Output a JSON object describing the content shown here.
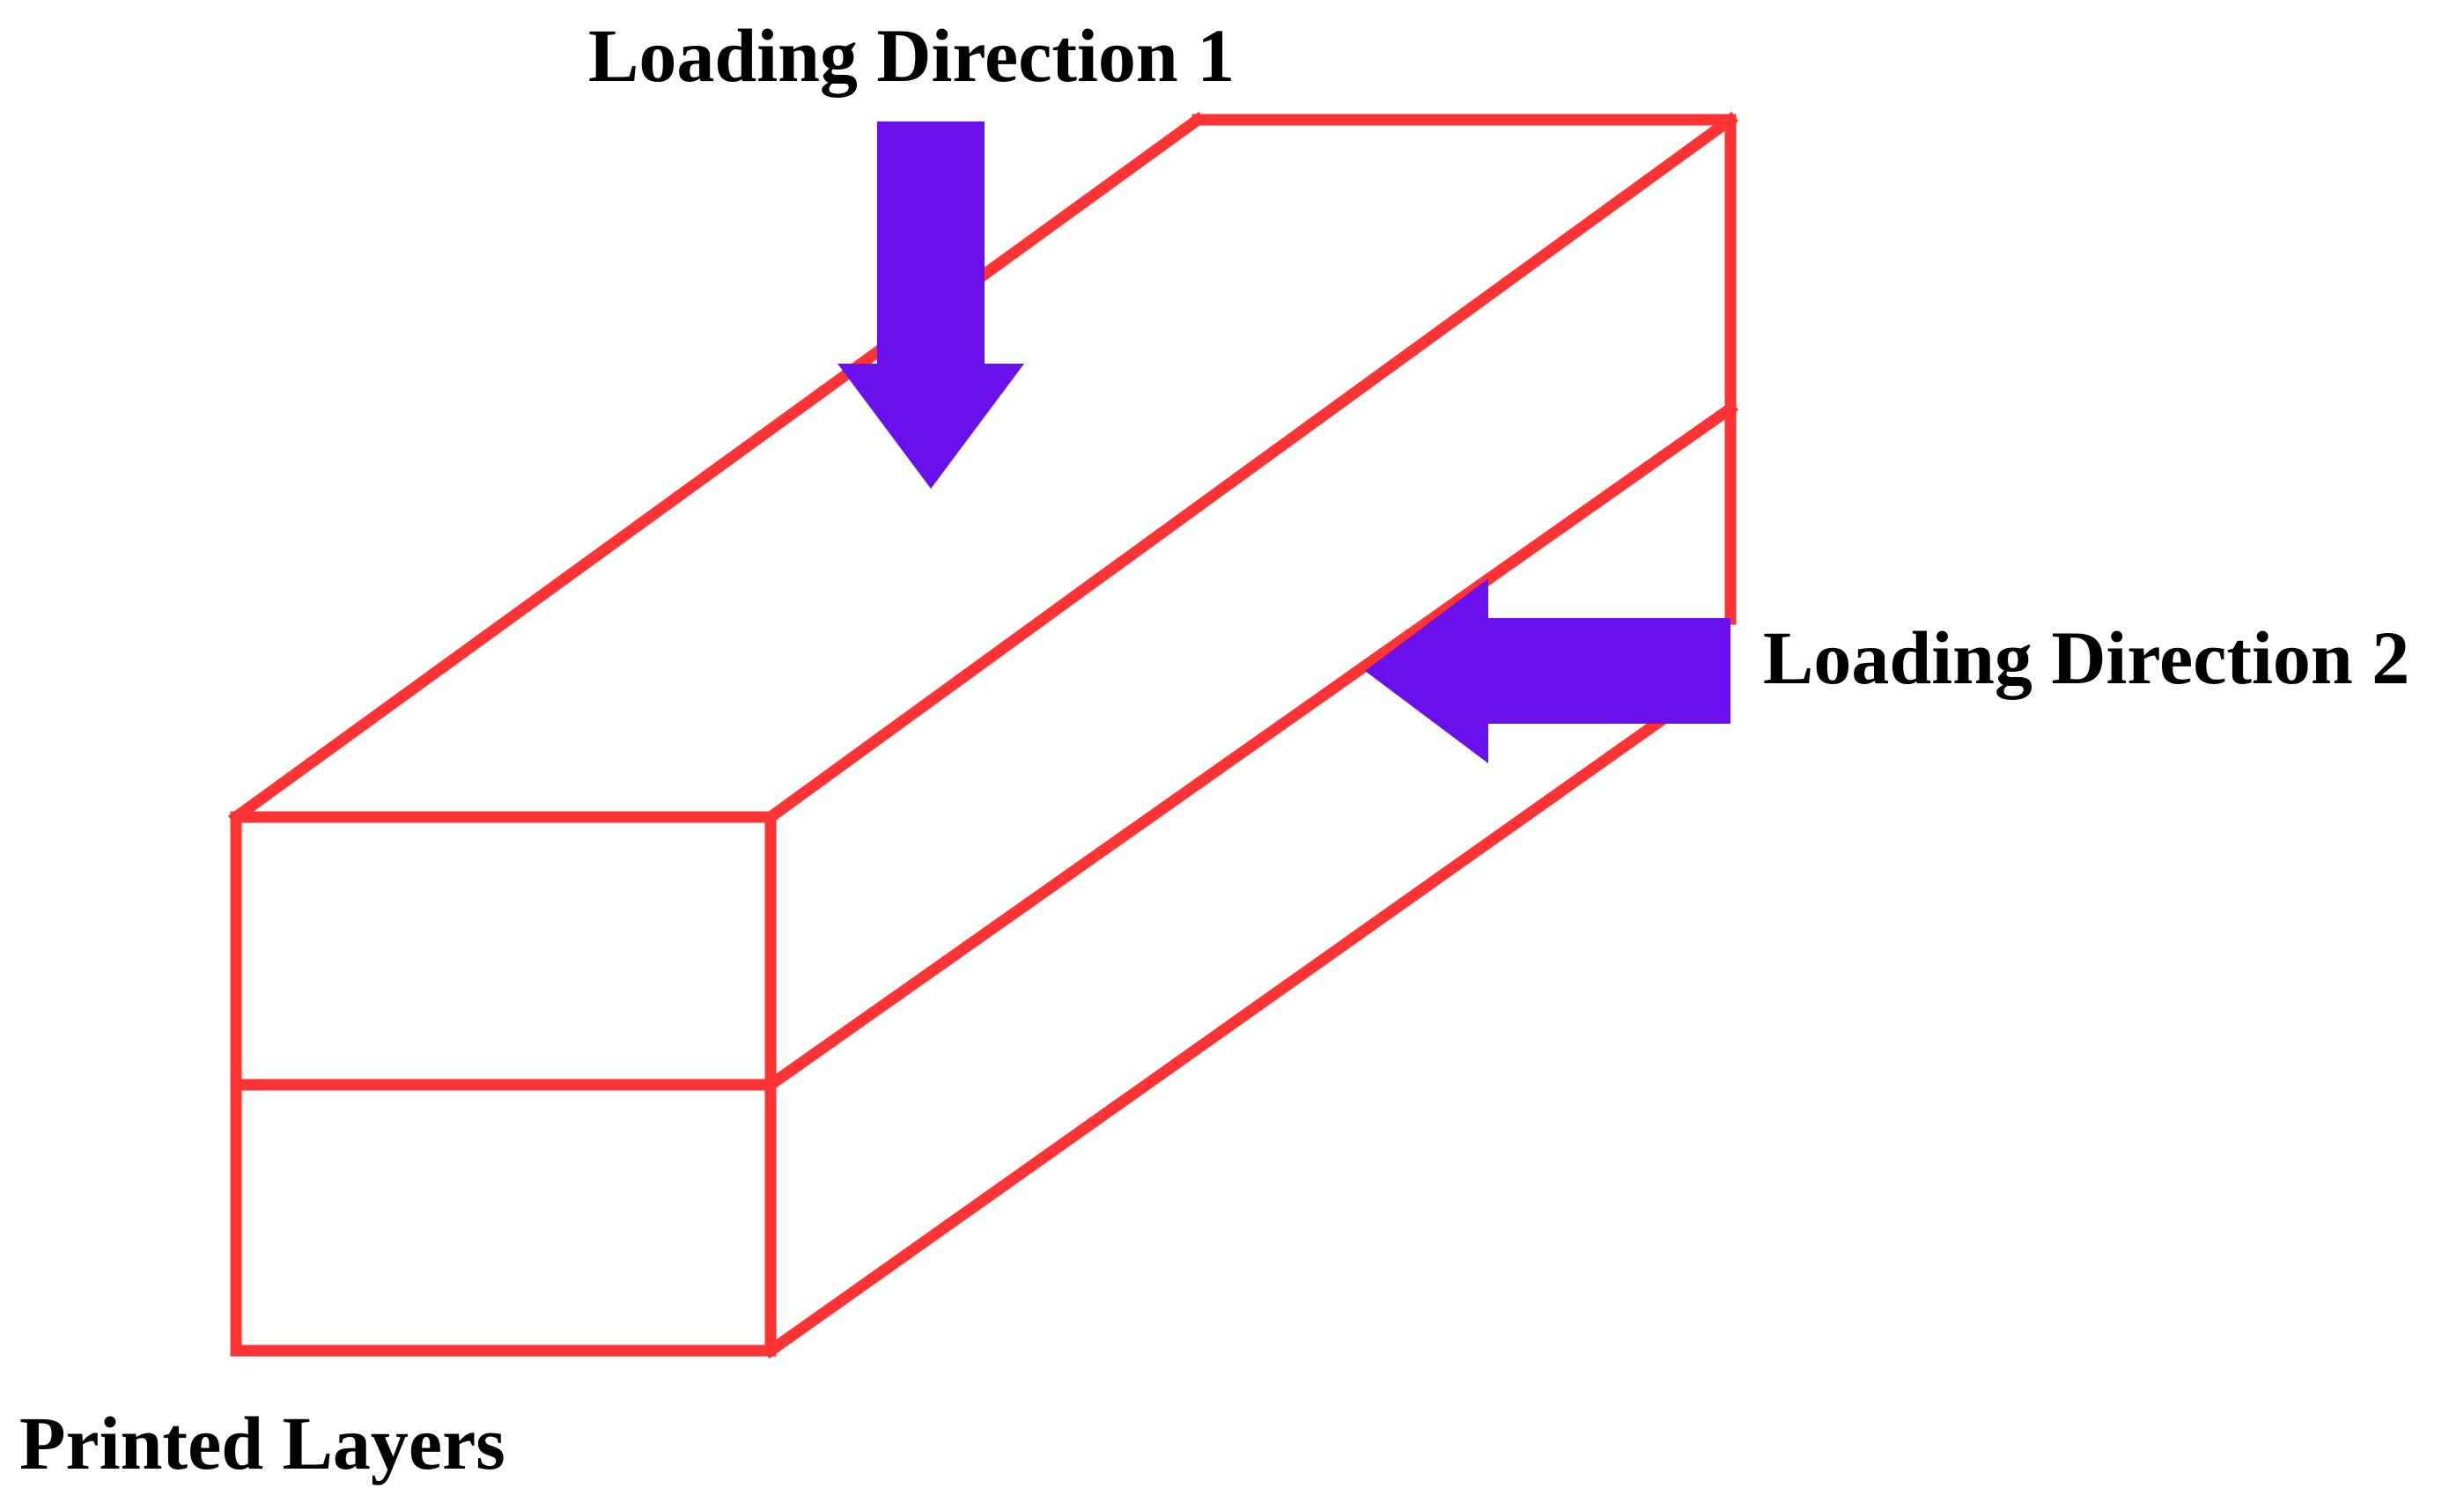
{
  "labels": {
    "loading_direction_1": "Loading Direction 1",
    "loading_direction_2": "Loading Direction 2",
    "printed_layers": "Printed Layers"
  },
  "colors": {
    "outline": "#ff3333",
    "arrow": "#6a10ec",
    "text": "#000000",
    "background": "#ffffff"
  }
}
